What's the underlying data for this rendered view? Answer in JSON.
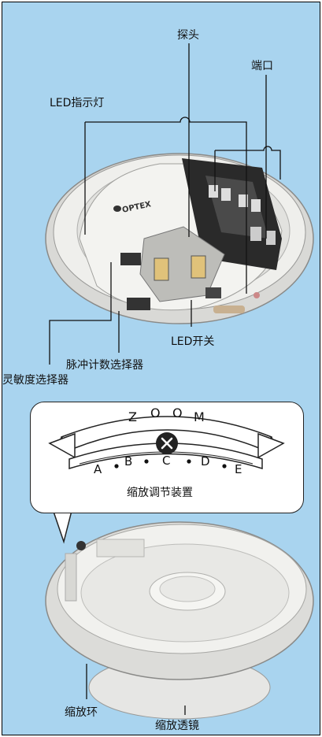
{
  "labels": {
    "probe": "探头",
    "port": "端口",
    "led_indicator": "LED指示灯",
    "led_switch": "LED开关",
    "pulse_selector": "脉冲计数选择器",
    "sensitivity_selector": "灵敏度选择器",
    "zoom_device": "缩放调节装置",
    "zoom_ring": "缩放环",
    "zoom_lens": "缩放透镜"
  },
  "brand": "OPTEX",
  "zoom": {
    "letters": [
      "Z",
      "O",
      "O",
      "M"
    ],
    "positions": [
      "A",
      "B",
      "C",
      "D",
      "E"
    ],
    "selected": "C"
  },
  "colors": {
    "background": "#a9d4ef",
    "device": "#e8e8e6",
    "leader": "#111111"
  }
}
